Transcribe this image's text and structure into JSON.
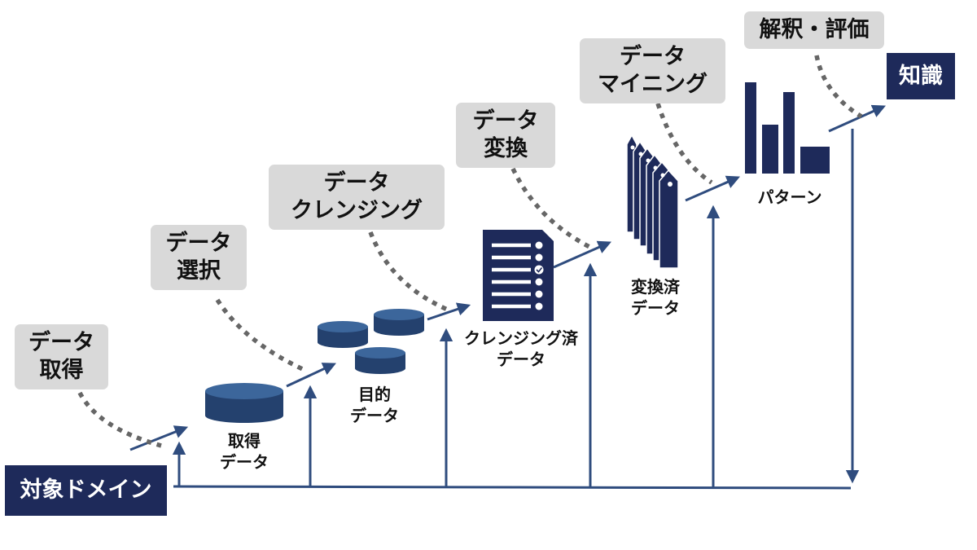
{
  "source_label": "対象ドメイン",
  "target_label": "知識",
  "steps": [
    {
      "line1": "データ",
      "line2": "取得"
    },
    {
      "line1": "データ",
      "line2": "選択"
    },
    {
      "line1": "データ",
      "line2": "クレンジング"
    },
    {
      "line1": "データ",
      "line2": "変換"
    },
    {
      "line1": "データ",
      "line2": "マイニング"
    },
    {
      "line1": "解釈・評価"
    }
  ],
  "artifacts": [
    {
      "line1": "取得",
      "line2": "データ",
      "icon": "database-icon"
    },
    {
      "line1": "目的",
      "line2": "データ",
      "icon": "database-stack-icon"
    },
    {
      "line1": "クレンジング済",
      "line2": "データ",
      "icon": "checklist-document-icon"
    },
    {
      "line1": "変換済",
      "line2": "データ",
      "icon": "tag-stack-icon"
    },
    {
      "line1": "パターン",
      "icon": "bar-chart-icon"
    }
  ],
  "colors": {
    "navy": "#1e2a5a",
    "step_box": "#d9d9d9",
    "arrow": "#2f4c7e",
    "dotted": "#666666"
  }
}
